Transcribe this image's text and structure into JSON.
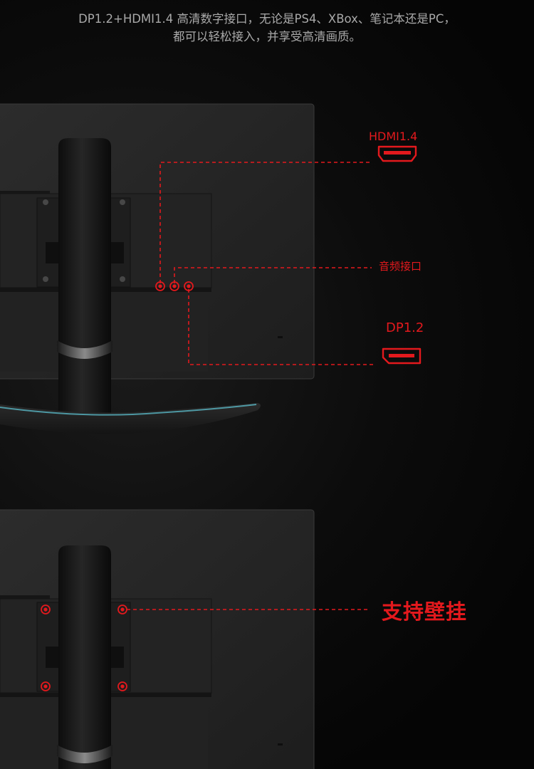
{
  "intro": {
    "line1": "DP1.2+HDMI1.4 高清数字接口，无论是PS4、XBox、笔记本还是PC，",
    "line2": "都可以轻松接入，并享受高清画质。"
  },
  "ports": {
    "hdmi_label": "HDMI1.4",
    "audio_label": "音频接口",
    "dp_label": "DP1.2"
  },
  "wall_mount": {
    "label": "支持壁挂"
  },
  "icons": {
    "hdmi": "hdmi-port-icon",
    "dp": "displayport-icon",
    "marker": "red-target-dot-icon"
  },
  "colors": {
    "accent_red": "#e3191d",
    "monitor_body": "#2a2a2a",
    "background": "#050505",
    "text_gray": "#a9a9a9"
  }
}
